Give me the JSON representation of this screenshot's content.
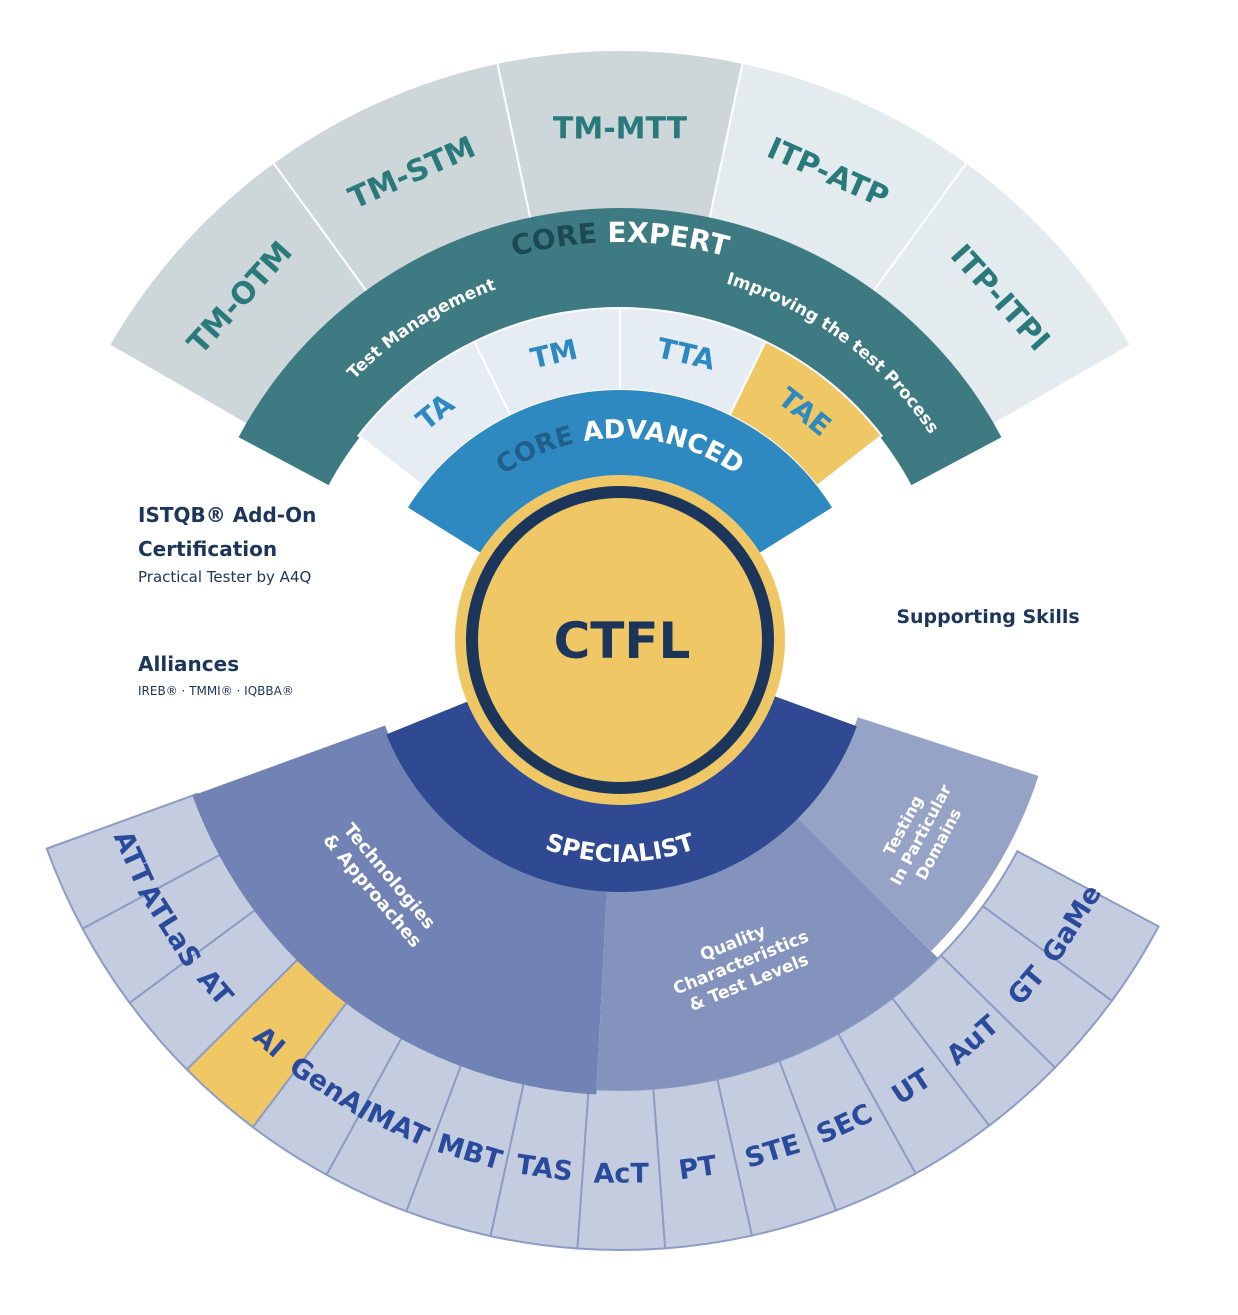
{
  "center": {
    "label": "CTFL"
  },
  "core_expert": {
    "word_core": "CORE",
    "word_level": "EXPERT",
    "left_stream": "Test Management",
    "right_stream": "Improving the test Process",
    "modules": [
      "TM-OTM",
      "TM-STM",
      "TM-MTT",
      "ITP-ATP",
      "ITP-ITPI"
    ]
  },
  "core_advanced": {
    "word_core": "CORE",
    "word_level": "ADVANCED",
    "modules": [
      "TA",
      "TM",
      "TTA",
      "TAE"
    ]
  },
  "specialist": {
    "word_level": "SPECIALIST",
    "groups": {
      "tech": "Technologies & Approaches",
      "quality": "Quality Characteristics & Test Levels",
      "domains": "Testing In Particular Domains"
    },
    "outer_modules": [
      "ATT",
      "ATLaS",
      "AT",
      "AI",
      "GenAI",
      "MAT",
      "MBT",
      "TAS",
      "AcT",
      "PT",
      "STE",
      "SEC",
      "UT",
      "AuT",
      "GT",
      "GaMe"
    ],
    "highlighted": "AI"
  },
  "left_panel": {
    "addon_title_line1": "ISTQB® Add-On",
    "addon_title_line2": "Certification",
    "addon_subtitle": "Practical Tester by A4Q",
    "alliances_title": "Alliances",
    "alliances_subtitle": "IREB® · TMMI® · IQBBA®"
  },
  "right_panel": {
    "title": "Supporting Skills"
  },
  "colors": {
    "outer_gray": "#c3c9d3",
    "expert_tiles_a": "#cdd6d9",
    "expert_tiles_b": "#e3ebee",
    "expert_band": "#3e7a82",
    "advanced_tiles": "#e5ecf4",
    "advanced_band": "#2f89c1",
    "accent_yellow": "#efc765",
    "navy": "#1b365a",
    "specialist_band": "#2f4a92",
    "tech_band": "#7183b4",
    "quality_band": "#8493bd",
    "domain_band": "#95a3c6",
    "outer_tiles": "#c4cde0",
    "text_teal": "#2a7a7b",
    "text_blue": "#2f89c1",
    "text_navy_blue": "#2a4a9b"
  }
}
